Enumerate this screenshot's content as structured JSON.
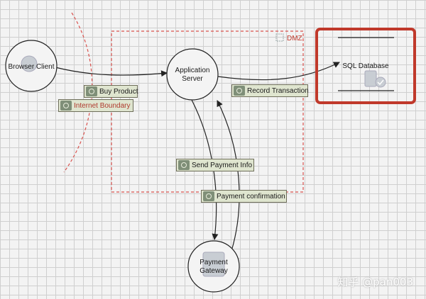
{
  "diagram": {
    "nodes": {
      "browser_client": "Browser Client",
      "app_server": [
        "Application",
        "Server"
      ],
      "payment_gateway": [
        "Payment",
        "Gateway"
      ],
      "sql_database": "SQL Database"
    },
    "boundaries": {
      "dmz": "DMZ",
      "internet_boundary": "Internet Boundary"
    },
    "flows": {
      "buy_product": "Buy Product",
      "record_transaction": "Record Transaction",
      "send_payment_info": "Send Payment Info",
      "payment_confirmation": "Payment confirmation"
    },
    "highlight_color": "#c0392b"
  },
  "watermark": "知乎 @pan003"
}
